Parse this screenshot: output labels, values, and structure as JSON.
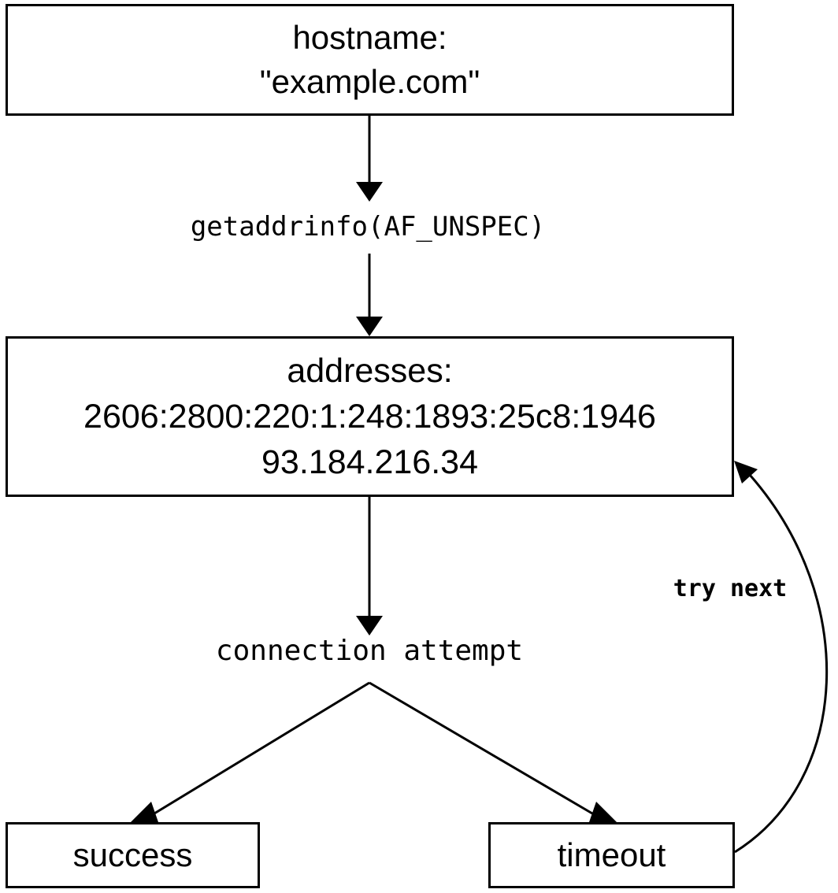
{
  "nodes": {
    "hostname": {
      "lines": [
        "hostname:",
        "\"example.com\""
      ]
    },
    "addresses": {
      "lines": [
        "addresses:",
        "2606:2800:220:1:248:1893:25c8:1946",
        "93.184.216.34"
      ]
    },
    "success": {
      "label": "success"
    },
    "timeout": {
      "label": "timeout"
    }
  },
  "labels": {
    "getaddrinfo": "getaddrinfo(AF_UNSPEC)",
    "connection_attempt": "connection attempt",
    "try_next": "try next"
  },
  "colors": {
    "stroke": "#000000",
    "background": "#ffffff"
  }
}
